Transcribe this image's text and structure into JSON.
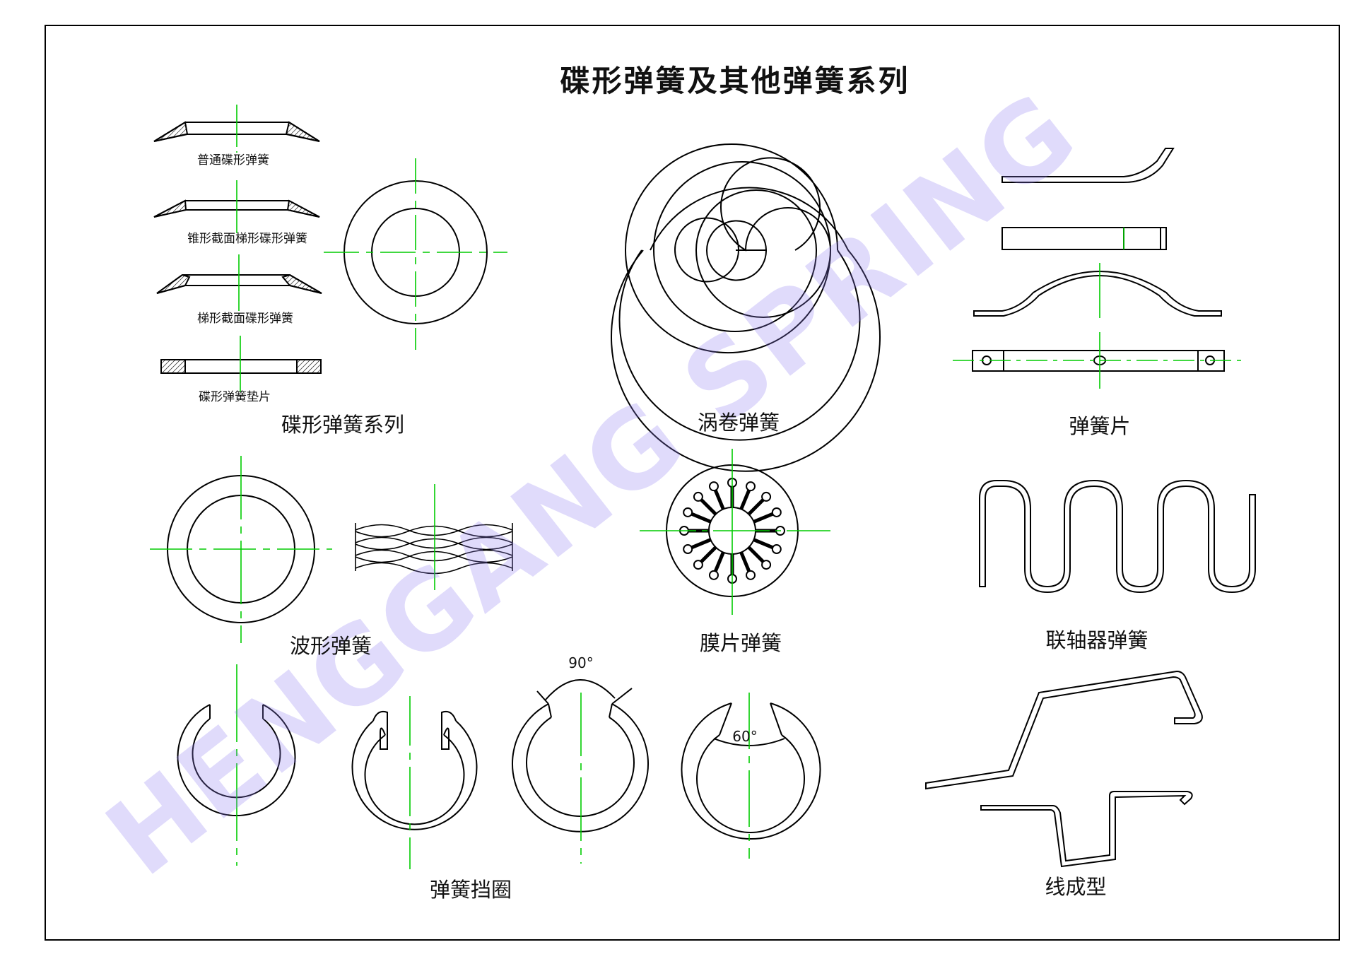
{
  "title": "碟形弹簧及其他弹簧系列",
  "watermark": "HENGGANG SPRING",
  "disc_springs": {
    "normal": "普通碟形弹簧",
    "cone_trapezoid": "锥形截面梯形碟形弹簧",
    "trapezoid": "梯形截面碟形弹簧",
    "washer": "碟形弹簧垫片",
    "series": "碟形弹簧系列"
  },
  "sections": {
    "spiral": "涡卷弹簧",
    "leaf": "弹簧片",
    "wave": "波形弹簧",
    "diaphragm": "膜片弹簧",
    "coupling": "联轴器弹簧",
    "retaining": "弹簧挡圈",
    "wire_form": "线成型"
  },
  "angles": {
    "a90": "90°",
    "a60": "60°"
  },
  "colors": {
    "line": "#000000",
    "center": "#00cc00",
    "watermark": "#8f7df0"
  }
}
